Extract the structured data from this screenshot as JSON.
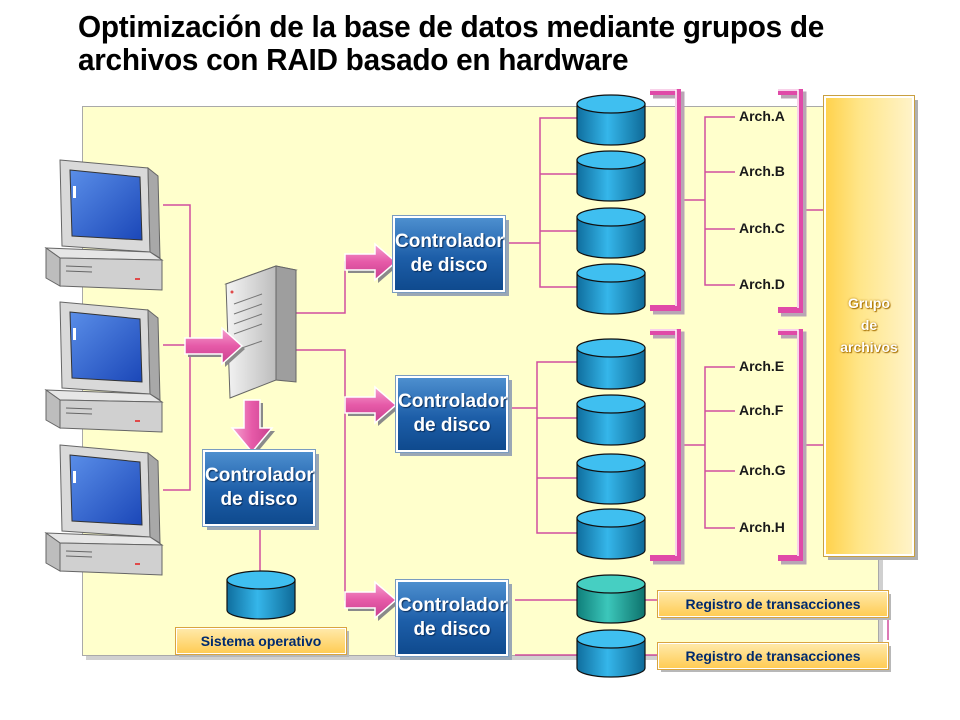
{
  "title": {
    "line1": "Optimización de la base de datos mediante grupos de",
    "line2": "archivos con RAID basado en hardware"
  },
  "controllers": {
    "top": {
      "line1": "Controlador",
      "line2": "de disco"
    },
    "middle": {
      "line1": "Controlador",
      "line2": "de disco"
    },
    "bottom": {
      "line1": "Controlador",
      "line2": "de disco"
    },
    "os": {
      "line1": "Controlador",
      "line2": "de disco"
    }
  },
  "files": [
    "Arch.A",
    "Arch.B",
    "Arch.C",
    "Arch.D",
    "Arch.E",
    "Arch.F",
    "Arch.G",
    "Arch.H"
  ],
  "filegroup": {
    "line1": "Grupo",
    "line2": "de",
    "line3": "archivos"
  },
  "logs": [
    "Registro de transacciones",
    "Registro de transacciones"
  ],
  "os_label": "Sistema operativo",
  "colors": {
    "controller": "#1d5ea8",
    "disk": "#1e9ed6",
    "log_disk": "#2bb3a8",
    "bracket": "#e04aa8",
    "arrow": "#e85aa8",
    "panel": "#ffffcc",
    "label_box": "#ffcc55"
  },
  "icons": [
    "client-computer-icon",
    "server-icon",
    "disk-cylinder-icon",
    "arrow-icon"
  ]
}
